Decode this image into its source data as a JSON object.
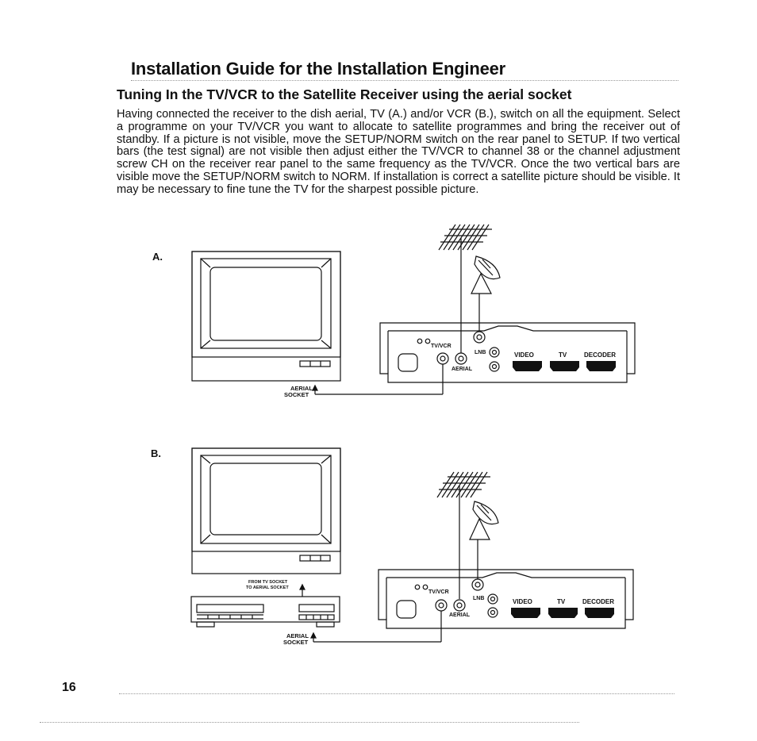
{
  "header": {
    "title": "Installation Guide for the Installation Engineer",
    "subtitle": "Tuning In the TV/VCR to the Satellite Receiver using the aerial socket"
  },
  "body_text": "Having connected the receiver to the dish aerial, TV (A.) and/or VCR (B.), switch on all the equipment. Select a programme on your TV/VCR you want to allocate to satellite programmes and bring the receiver out of standby. If a picture is not visible, move the SETUP/NORM switch on the rear panel to SETUP. If two vertical bars (the test signal) are not visible then adjust either the TV/VCR to channel 38 or the channel adjustment screw CH on the receiver rear panel to the same frequency as the TV/VCR. Once the two vertical bars are visible move the SETUP/NORM switch to NORM. If installation is correct a satellite picture should be visible. It may be necessary to fine tune the TV for the sharpest possible picture.",
  "diagram_a": {
    "label": "A.",
    "aerial_socket": "AERIAL",
    "aerial_socket_2": "SOCKET",
    "tvvcr": "TV/VCR",
    "lnb": "LNB",
    "aerial": "AERIAL",
    "video": "VIDEO",
    "tv": "TV",
    "decoder": "DECODER"
  },
  "diagram_b": {
    "label": "B.",
    "from_tv_socket": "FROM TV SOCKET",
    "to_aerial_socket": "TO AERIAL SOCKET",
    "aerial_socket": "AERIAL",
    "aerial_socket_2": "SOCKET",
    "tvvcr": "TV/VCR",
    "lnb": "LNB",
    "aerial": "AERIAL",
    "video": "VIDEO",
    "tv": "TV",
    "decoder": "DECODER"
  },
  "footer": {
    "page_number": "16"
  }
}
